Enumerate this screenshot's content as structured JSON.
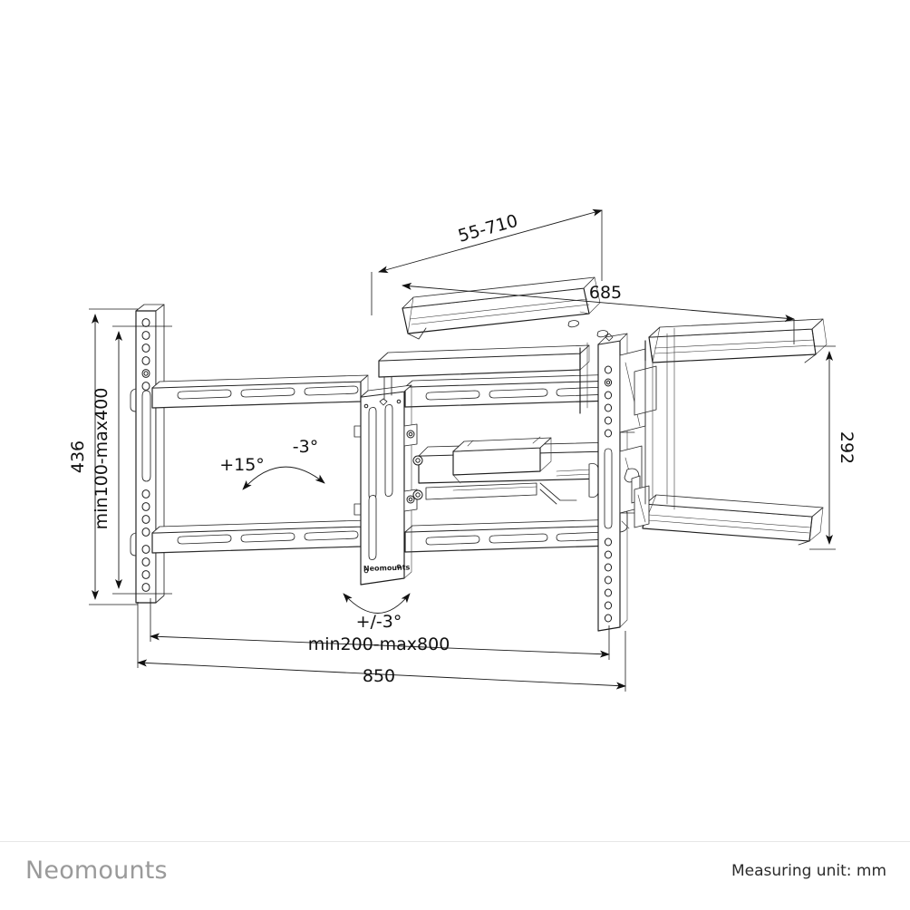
{
  "document": {
    "type": "technical-dimension-drawing",
    "subject": "Full-motion TV wall mount",
    "background_color": "#ffffff",
    "line_color": "#1d1d1d"
  },
  "footer": {
    "brand": "Neomounts",
    "brand_color": "#9a9a9a",
    "unit_note": "Measuring unit: mm",
    "unit_note_color": "#2b2b2b"
  },
  "product_logo": {
    "label": "Neomounts"
  },
  "dimensions": {
    "extension_range": {
      "label": "55-710",
      "orientation": "slanted",
      "position": "top-center",
      "unit": "mm"
    },
    "arm_length_top": {
      "label": "685",
      "orientation": "horizontal",
      "position": "top-right",
      "unit": "mm"
    },
    "depth_right": {
      "label": "292",
      "orientation": "vertical-rotated",
      "position": "right",
      "unit": "mm"
    },
    "height_overall": {
      "label": "436",
      "orientation": "vertical-rotated",
      "position": "left-outer",
      "unit": "mm"
    },
    "vesa_height_range": {
      "label": "min100-max400",
      "orientation": "vertical-rotated",
      "position": "left-inner",
      "unit": "mm"
    },
    "vesa_width_range": {
      "label": "min200-max800",
      "orientation": "horizontal",
      "position": "bottom-inner",
      "unit": "mm"
    },
    "width_overall": {
      "label": "850",
      "orientation": "horizontal",
      "position": "bottom-outer",
      "unit": "mm"
    }
  },
  "angles": {
    "tilt": {
      "up_label": "+15°",
      "down_label": "-3°",
      "position": "center-left",
      "note": "tilt arc with two arrowheads"
    },
    "level": {
      "label": "+/-3°",
      "position": "bottom-center",
      "note": "levelling arc with two arrowheads"
    }
  }
}
